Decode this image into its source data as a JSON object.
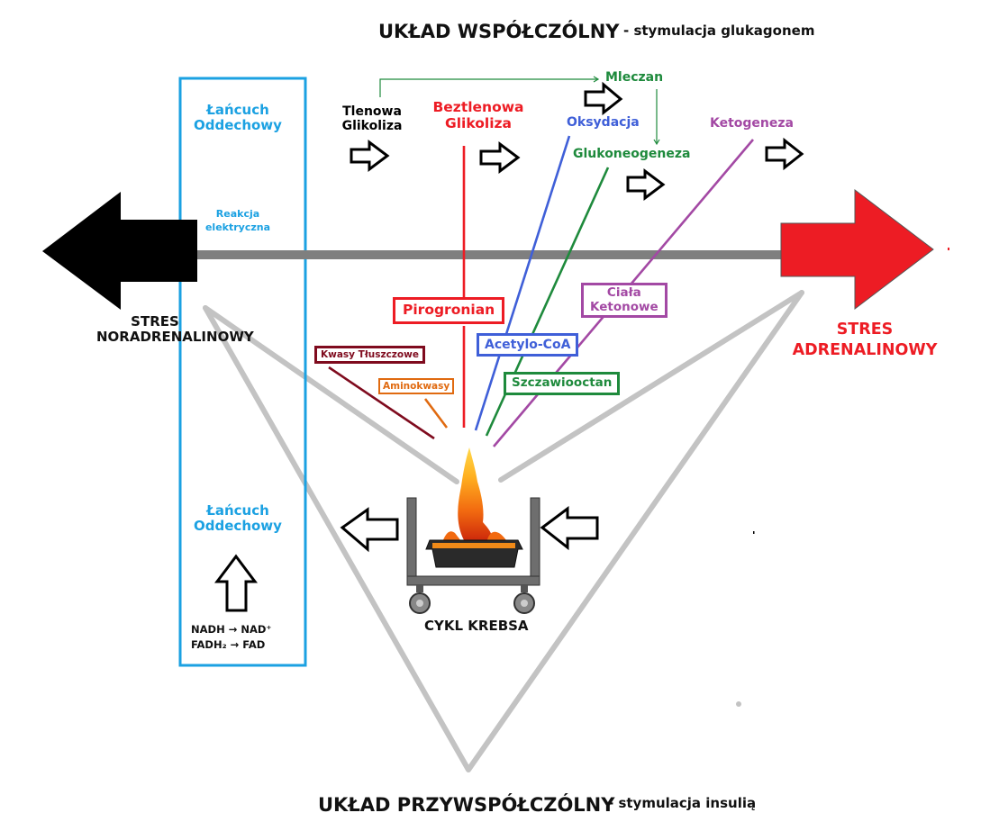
{
  "colors": {
    "black": "#000000",
    "red": "#ed1c24",
    "blue_chain": "#1ba1e2",
    "green": "#1e8a3c",
    "oxidation_blue": "#3f5fd8",
    "purple": "#a349a4",
    "dark_red": "#7f0b1e",
    "orange": "#e06a10",
    "gray": "#c3c3c3",
    "gray_bar": "#7f7f7f"
  },
  "top": {
    "title": "UKŁAD  WSPÓŁCZÓLNY",
    "subtitle": "- stymulacja glukagonem"
  },
  "bottom": {
    "title": "UKŁAD PRZYWSPÓŁCZÓLNY",
    "subtitle": "- stymulacja insulią"
  },
  "chain_box": {
    "top_label_1": "Łańcuch",
    "top_label_2": "Oddechowy",
    "electric_1": "Reakcja",
    "electric_2": "elektryczna",
    "bottom_label_1": "Łańcuch",
    "bottom_label_2": "Oddechowy",
    "nadh": "NADH → NAD⁺",
    "fadh": "FADH₂ → FAD"
  },
  "processes": {
    "aerobic_1": "Tlenowa",
    "aerobic_2": "Glikoliza",
    "anaerobic_1": "Beztlenowa",
    "anaerobic_2": "Glikoliza",
    "lactate": "Mleczan",
    "oxidation": "Oksydacja",
    "gluconeogenesis": "Glukoneogeneza",
    "ketogenesis": "Ketogeneza"
  },
  "stress": {
    "left_1": "STRES",
    "left_2": "NORADRENALINOWY",
    "right_1": "STRES",
    "right_2": "ADRENALINOWY"
  },
  "metabolites": {
    "pyruvate": "Pirogronian",
    "ketone_1": "Ciała",
    "ketone_2": "Ketonowe",
    "acetyl": "Acetylo-CoA",
    "fatty_acids": "Kwasy Tłuszczowe",
    "amino_acids": "Aminokwasy",
    "oxaloacetate": "Szczawiooctan"
  },
  "krebs": {
    "label": "CYKL KREBSA"
  }
}
